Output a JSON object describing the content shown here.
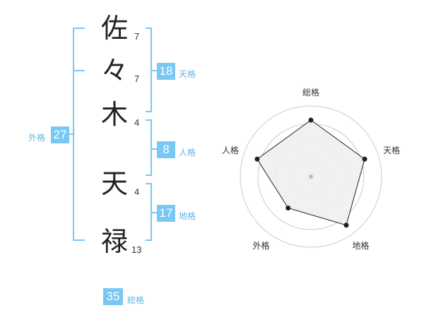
{
  "name": {
    "chars": [
      {
        "char": "佐",
        "strokes": "7"
      },
      {
        "char": "々",
        "strokes": "7"
      },
      {
        "char": "木",
        "strokes": "4"
      },
      {
        "char": "天",
        "strokes": "4"
      },
      {
        "char": "禄",
        "strokes": "13"
      }
    ]
  },
  "fortune": {
    "tenkaku": {
      "value": "18",
      "label": "天格"
    },
    "jinkaku": {
      "value": "8",
      "label": "人格"
    },
    "chikaku": {
      "value": "17",
      "label": "地格"
    },
    "gaikaku": {
      "value": "27",
      "label": "外格"
    },
    "soukaku": {
      "value": "35",
      "label": "総格"
    }
  },
  "chart_data": {
    "type": "radar",
    "axes": [
      "総格",
      "天格",
      "地格",
      "外格",
      "人格"
    ],
    "values": [
      0.8,
      0.8,
      0.85,
      0.55,
      0.8
    ],
    "max": 1,
    "rings": 4,
    "colors": {
      "fill": "#eeeeee",
      "stroke": "#222222",
      "ring": "#cccccc",
      "center": "#bbbbbb"
    }
  },
  "colors": {
    "accent": "#79c7f3",
    "bracket": "#62b6e8"
  }
}
